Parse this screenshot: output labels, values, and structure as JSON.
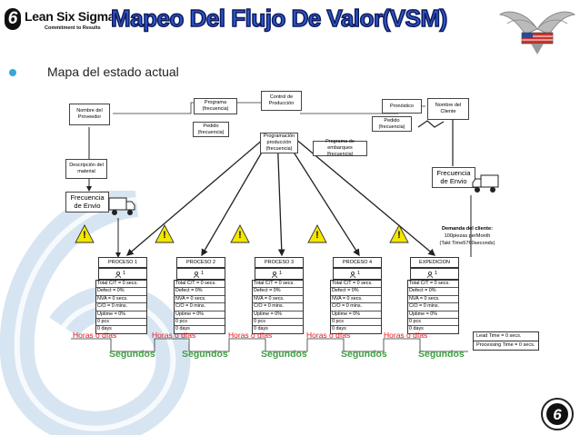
{
  "header": {
    "logo_text": "Lean Six Sigma",
    "logo_tagline": "Commitment to Results",
    "logo_glyph": "6",
    "title": "Mapeo Del Flujo De Valor(VSM)",
    "bullet": "Mapa del estado actual"
  },
  "colors": {
    "title": "#2f56c9",
    "title_outline": "#0d1a5c",
    "red": "#e4161b",
    "green": "#3fa143",
    "warning": "#f3e600",
    "bullet": "#3aa7d6"
  },
  "diagram": {
    "supplier": "Nombre del Proveedor",
    "customer": "Nombre del Cliente",
    "control": "Control de Producción",
    "programa": "Programa (frecuencia)",
    "pedido_left": "Pedido (frecuencia)",
    "pronostico": "Pronóstico",
    "pedido_right": "Pedido (frecuencia)",
    "prog_produccion": "Programación producción (frecuencia)",
    "prog_embarques": "Programa de embarques (frecuencia)",
    "material": "Descripción del material",
    "freq_left": "Frecuencia de Envio",
    "freq_right": "Frecuencia de Envio",
    "demand_title": "Demanda del cliente:",
    "demand_line1": "100piezas perMonth",
    "demand_line2": "(Takt Time5760seconds)",
    "warning_glyph": "!",
    "operator_glyph": "1",
    "processes": [
      {
        "name": "PROCESO 1",
        "data": [
          "Total C/T = 0 secs.",
          "Defect = 0%",
          "NVA = 0 secs.",
          "C/O = 0 mins.",
          "Uptime = 0%",
          "0 pcs",
          "0 days"
        ]
      },
      {
        "name": "PROCESO 2",
        "data": [
          "Total C/T = 0 secs.",
          "Defect = 0%",
          "NVA = 0 secs.",
          "C/O = 0 mins.",
          "Uptime = 0%",
          "0 pcs",
          "0 days"
        ]
      },
      {
        "name": "PROCESO 3",
        "data": [
          "Total C/T = 0 secs.",
          "Defect = 0%",
          "NVA = 0 secs.",
          "C/O = 0 mins.",
          "Uptime = 0%",
          "0 pcs",
          "0 days"
        ]
      },
      {
        "name": "PROCESO 4",
        "data": [
          "Total C/T = 0 secs.",
          "Defect = 0%",
          "NVA = 0 secs.",
          "C/O = 0 mins.",
          "Uptime = 0%",
          "0 pcs",
          "0 days"
        ]
      },
      {
        "name": "EXPEDICION",
        "data": [
          "Total C/T = 0 secs.",
          "Defect = 0%",
          "NVA = 0 secs.",
          "C/O = 0 mins.",
          "Uptime = 0%",
          "0 pcs",
          "0 days"
        ]
      }
    ],
    "timeline": {
      "horas": [
        "Horas o días",
        "Horas o días",
        "Horas o días",
        "Horas o días",
        "Horas o días"
      ],
      "segundos": [
        "Segundos",
        "Segundos",
        "Segundos",
        "Segundos",
        "Segundos"
      ],
      "lead_time": "Lead Time = 0 secs.",
      "processing_time": "Processing Time = 0 secs."
    }
  }
}
